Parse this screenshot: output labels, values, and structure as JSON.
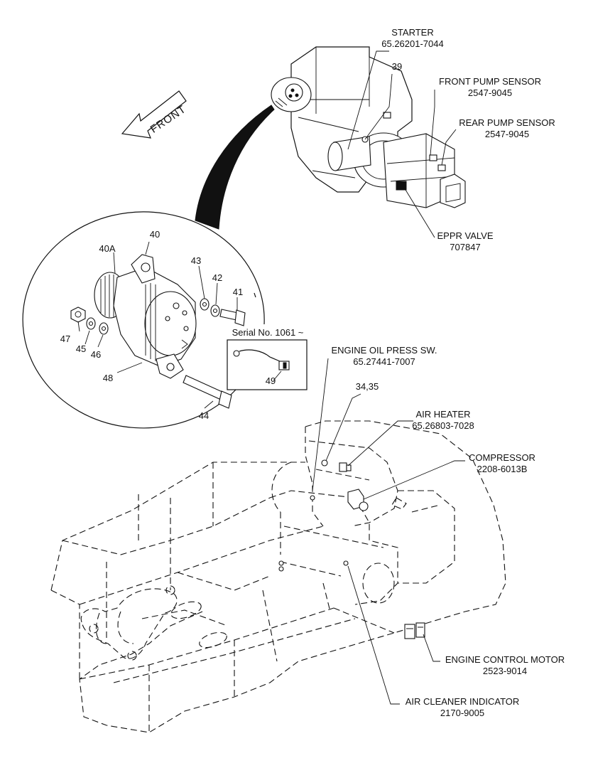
{
  "front_arrow": {
    "label": "FRONT"
  },
  "serial_box": {
    "label": "Serial No. 1061 ~"
  },
  "labels": {
    "starter": {
      "name": "STARTER",
      "code": "65.26201-7044"
    },
    "front_pump_sensor": {
      "name": "FRONT PUMP SENSOR",
      "code": "2547-9045"
    },
    "rear_pump_sensor": {
      "name": "REAR PUMP SENSOR",
      "code": "2547-9045"
    },
    "eppr_valve": {
      "name": "EPPR VALVE",
      "code": "707847"
    },
    "engine_oil_press_sw": {
      "name": "ENGINE OIL PRESS SW.",
      "code": "65.27441-7007"
    },
    "air_heater": {
      "name": "AIR HEATER",
      "code": "65.26803-7028"
    },
    "compressor": {
      "name": "COMPRESSOR",
      "code": "2208-6013B"
    },
    "engine_control_motor": {
      "name": "ENGINE CONTROL MOTOR",
      "code": "2523-9014"
    },
    "air_cleaner_indicator": {
      "name": "AIR CLEANER INDICATOR",
      "code": "2170-9005"
    }
  },
  "callouts": {
    "c39": "39",
    "c40": "40",
    "c40a": "40A",
    "c41": "41",
    "c42": "42",
    "c43": "43",
    "c44": "44",
    "c45": "45",
    "c46": "46",
    "c47": "47",
    "c48": "48",
    "c49": "49",
    "c34_35": "34,35"
  }
}
